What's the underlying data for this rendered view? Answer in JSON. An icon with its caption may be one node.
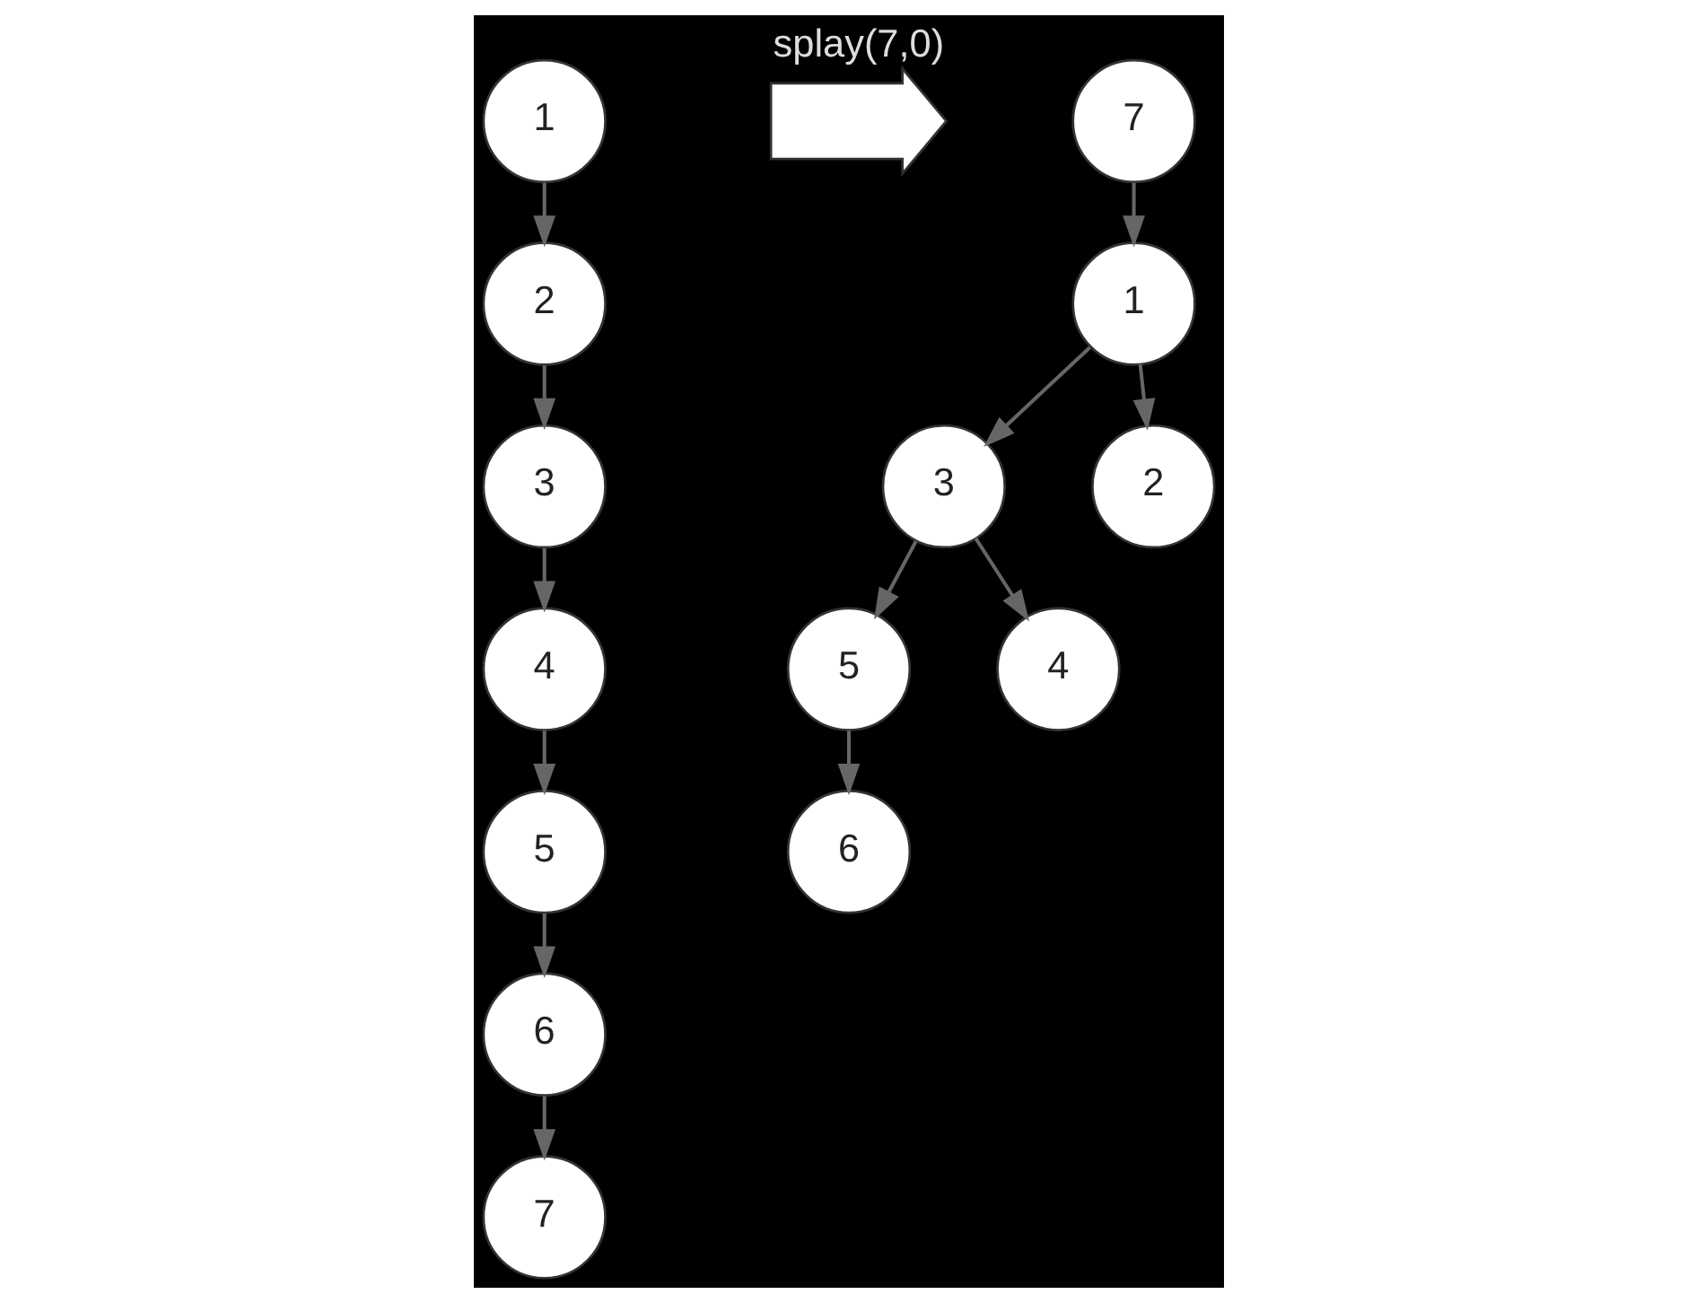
{
  "diagram": {
    "nodes": [
      {
        "text": [
          "1"
        ]
      },
      {
        "text": [
          "2"
        ]
      },
      {
        "text": [
          "3"
        ]
      },
      {
        "text": [
          "4"
        ]
      },
      {
        "text": [
          "5"
        ]
      },
      {
        "text": [
          "6"
        ]
      },
      {
        "text": [
          "7"
        ]
      },
      {
        "text": [],
        "shape": "arrow",
        "beside": [
          "splay(7,0)"
        ]
      },
      {
        "text": [
          "7"
        ]
      },
      {
        "text": [
          "1"
        ]
      },
      {
        "text": [
          "3"
        ]
      },
      {
        "text": [
          "2"
        ]
      },
      {
        "text": [
          "5"
        ]
      },
      {
        "text": [
          "4"
        ]
      },
      {
        "text": [
          "6"
        ]
      }
    ],
    "edges": [
      {
        "from": 0,
        "to": 1,
        "arrow": "to"
      },
      {
        "from": 1,
        "to": 2,
        "arrow": "to"
      },
      {
        "from": 2,
        "to": 3,
        "arrow": "to"
      },
      {
        "from": 3,
        "to": 4,
        "arrow": "to"
      },
      {
        "from": 4,
        "to": 5,
        "arrow": "to"
      },
      {
        "from": 5,
        "to": 6,
        "arrow": "to"
      },
      {
        "from": 8,
        "to": 9,
        "arrow": "to"
      },
      {
        "from": 9,
        "to": 10,
        "arrow": "to"
      },
      {
        "from": 9,
        "to": 11,
        "arrow": "to"
      },
      {
        "from": 10,
        "to": 12,
        "arrow": "to"
      },
      {
        "from": 10,
        "to": 13,
        "arrow": "to"
      },
      {
        "from": 12,
        "to": 14,
        "arrow": "to"
      }
    ]
  }
}
